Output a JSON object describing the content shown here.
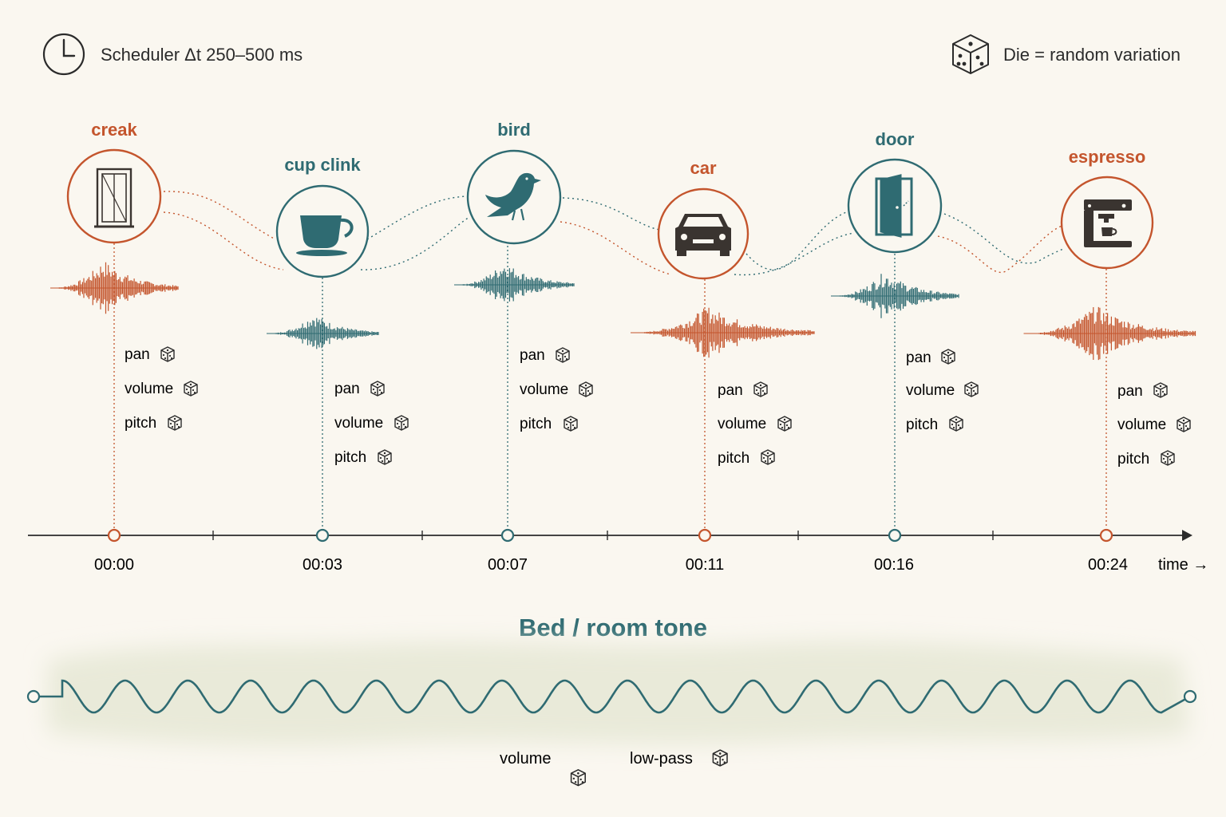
{
  "legend": {
    "scheduler_label": "Scheduler Δt 250–500 ms",
    "scheduler_icon": "clock-icon",
    "die_label": "Die = random variation",
    "die_icon": "die-icon"
  },
  "colors": {
    "orange": "#c4552d",
    "teal": "#2f6b72",
    "ink": "#2b2b2b",
    "background": "#faf7f0",
    "bed_wash": "#e9ead9"
  },
  "events": [
    {
      "label": "creak",
      "icon": "window-frame-icon",
      "color": "orange",
      "time": "00:00",
      "params": [
        "pan",
        "volume",
        "pitch"
      ]
    },
    {
      "label": "cup clink",
      "icon": "cup-icon",
      "color": "teal",
      "time": "00:03",
      "params": [
        "pan",
        "volume",
        "pitch"
      ]
    },
    {
      "label": "bird",
      "icon": "bird-icon",
      "color": "teal",
      "time": "00:07",
      "params": [
        "pan",
        "volume",
        "pitch"
      ]
    },
    {
      "label": "car",
      "icon": "car-icon",
      "color": "orange",
      "time": "00:11",
      "params": [
        "pan",
        "volume",
        "pitch"
      ]
    },
    {
      "label": "door",
      "icon": "door-icon",
      "color": "teal",
      "time": "00:16",
      "params": [
        "pan",
        "volume",
        "pitch"
      ]
    },
    {
      "label": "espresso",
      "icon": "espresso-machine-icon",
      "color": "orange",
      "time": "00:24",
      "params": [
        "pan",
        "volume",
        "pitch"
      ]
    }
  ],
  "timeline": {
    "axis_label": "time →"
  },
  "bed": {
    "title": "Bed / room tone",
    "params": [
      "volume",
      "low-pass"
    ]
  }
}
